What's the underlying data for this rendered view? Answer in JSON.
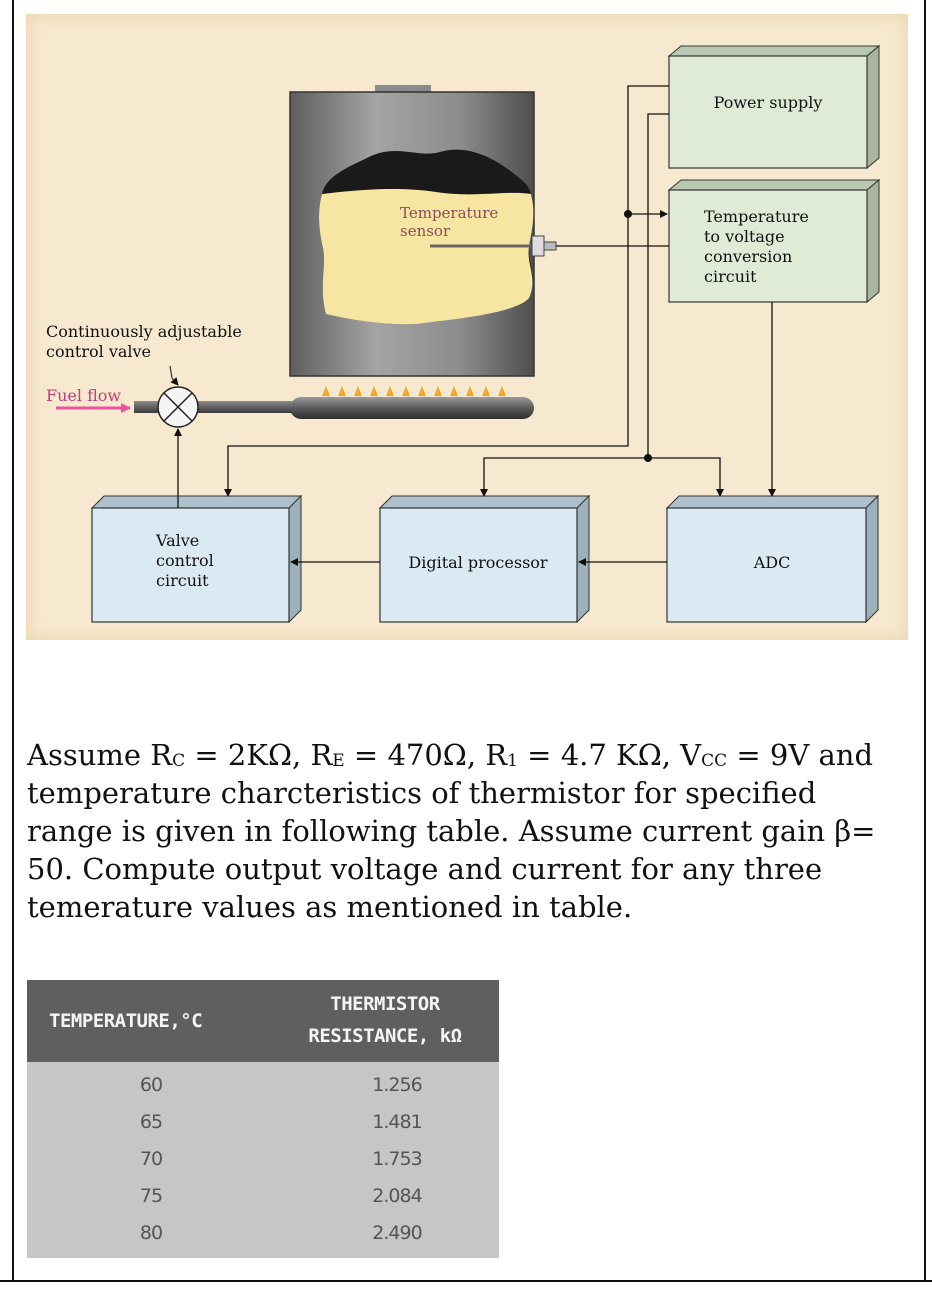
{
  "diagram": {
    "labels": {
      "power_supply": "Power supply",
      "temp_conv_1": "Temperature",
      "temp_conv_2": "to voltage",
      "temp_conv_3": "conversion",
      "temp_conv_4": "circuit",
      "sensor_1": "Temperature",
      "sensor_2": "sensor",
      "valve_label_1": "Continuously adjustable",
      "valve_label_2": "control valve",
      "fuel_flow": "Fuel flow",
      "valve_circuit_1": "Valve",
      "valve_circuit_2": "control",
      "valve_circuit_3": "circuit",
      "digital_processor": "Digital processor",
      "adc": "ADC"
    },
    "colors": {
      "box_fill": "#dbe9f2",
      "green_box_fill": "#dfead7",
      "tank": "#8a8a8a",
      "liquid": "#f7e6a2",
      "fuel_arrow": "#e8559d",
      "flame": "#f5a623"
    }
  },
  "problem": {
    "p1": "Assume R",
    "s1": "C",
    "p2": " = 2KΩ, R",
    "s2": "E",
    "p3": " = 470Ω, R",
    "s3": "1",
    "p4": " = 4.7 KΩ, V",
    "s4": "CC",
    "p5": " = 9V and temperature charcteristics of thermistor for specified range is given in following table. Assume current gain β= 50. Compute output voltage and current for any three temerature values as mentioned in table."
  },
  "table": {
    "headers": {
      "temperature": "TEMPERATURE,°C",
      "resistance_1": "THERMISTOR",
      "resistance_2": "RESISTANCE, kΩ"
    },
    "rows": [
      {
        "temperature": "60",
        "resistance": "1.256"
      },
      {
        "temperature": "65",
        "resistance": "1.481"
      },
      {
        "temperature": "70",
        "resistance": "1.753"
      },
      {
        "temperature": "75",
        "resistance": "2.084"
      },
      {
        "temperature": "80",
        "resistance": "2.490"
      }
    ]
  }
}
